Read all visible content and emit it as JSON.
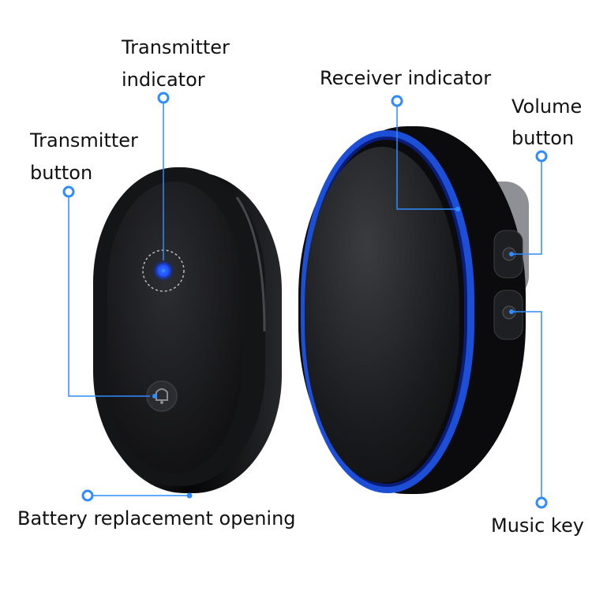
{
  "labels": {
    "transmitter_indicator_line1": "Transmitter",
    "transmitter_indicator_line2": "indicator",
    "transmitter_button_line1": "Transmitter",
    "transmitter_button_line2": "button",
    "receiver_indicator": "Receiver indicator",
    "volume_button_line1": "Volume",
    "volume_button_line2": "button",
    "battery_opening": "Battery replacement opening",
    "music_key": "Music key"
  },
  "colors": {
    "callout": "#2f8cff",
    "body": "#0d0e10",
    "led": "#1a4dff",
    "receiver_ring": "#1d4fd6",
    "text": "#111111"
  }
}
